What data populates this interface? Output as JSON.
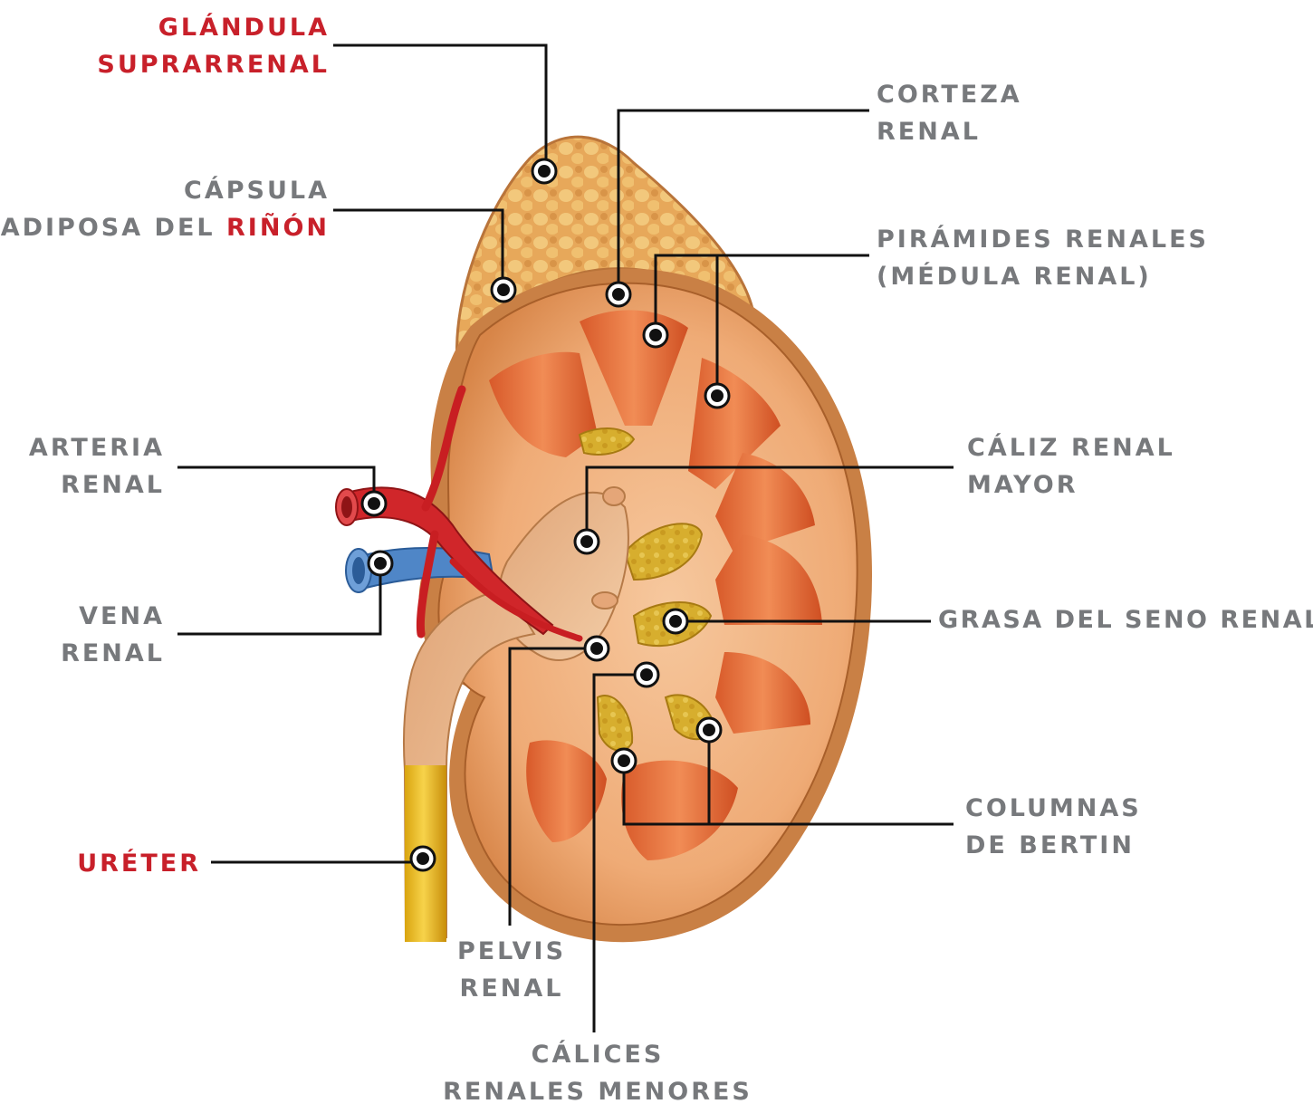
{
  "colors": {
    "label_gray": "#77797c",
    "label_red": "#c8202a",
    "leader_line": "#111111"
  },
  "labels": {
    "glandula": {
      "line1": "GLÁNDULA",
      "line2": "SUPRARRENAL"
    },
    "capsula": {
      "line1": "CÁPSULA",
      "line2_gray": "ADIPOSA DEL ",
      "line2_red": "RIÑÓN"
    },
    "corteza": {
      "line1": "CORTEZA",
      "line2": "RENAL"
    },
    "piramides": {
      "line1": "PIRÁMIDES RENALES",
      "line2": "(MÉDULA RENAL)"
    },
    "arteria": {
      "line1": "ARTERIA",
      "line2": "RENAL"
    },
    "caliz_mayor": {
      "line1": "CÁLIZ RENAL",
      "line2": "MAYOR"
    },
    "vena": {
      "line1": "VENA",
      "line2": "RENAL"
    },
    "grasa": {
      "line1": "GRASA DEL SENO RENAL"
    },
    "columnas": {
      "line1": "COLUMNAS",
      "line2": "DE BERTIN"
    },
    "ureter": {
      "line1": "URÉTER"
    },
    "pelvis": {
      "line1": "PELVIS",
      "line2": "RENAL"
    },
    "calices_menores": {
      "line1": "CÁLICES",
      "line2": "RENALES MENORES"
    }
  }
}
